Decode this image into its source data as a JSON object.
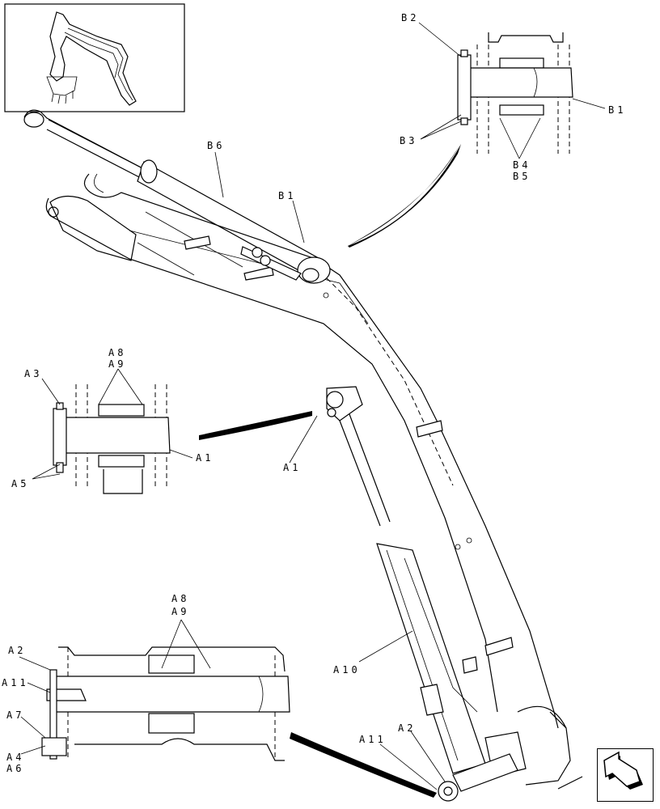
{
  "labels": {
    "b2": "B2",
    "b1_top": "B1",
    "b3": "B3",
    "b4": "B4",
    "b5": "B5",
    "b6": "B6",
    "b1_main": "B1",
    "a8_mid": "A8",
    "a9_mid": "A9",
    "a3": "A3",
    "a1_detail": "A1",
    "a5": "A5",
    "a1_main": "A1",
    "a8_low": "A8",
    "a9_low": "A9",
    "a2_detail": "A2",
    "a11_detail": "A11",
    "a7": "A7",
    "a4": "A4",
    "a6": "A6",
    "a10": "A10",
    "a11_main": "A11",
    "a2_main": "A2"
  },
  "icons": {
    "thumbnail": "excavator-thumbnail-icon",
    "nav": "next-page-arrow-icon"
  }
}
